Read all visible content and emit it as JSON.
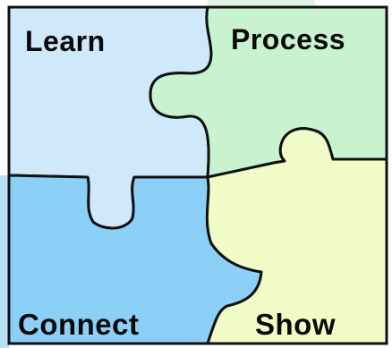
{
  "pieces": {
    "learn": {
      "label": "Learn",
      "color": "#cfe9fb"
    },
    "process": {
      "label": "Process",
      "color": "#c9f2cf"
    },
    "connect": {
      "label": "Connect",
      "color": "#8cd0f7"
    },
    "show": {
      "label": "Show",
      "color": "#f0fbc8"
    }
  },
  "outline_color": "#111111"
}
